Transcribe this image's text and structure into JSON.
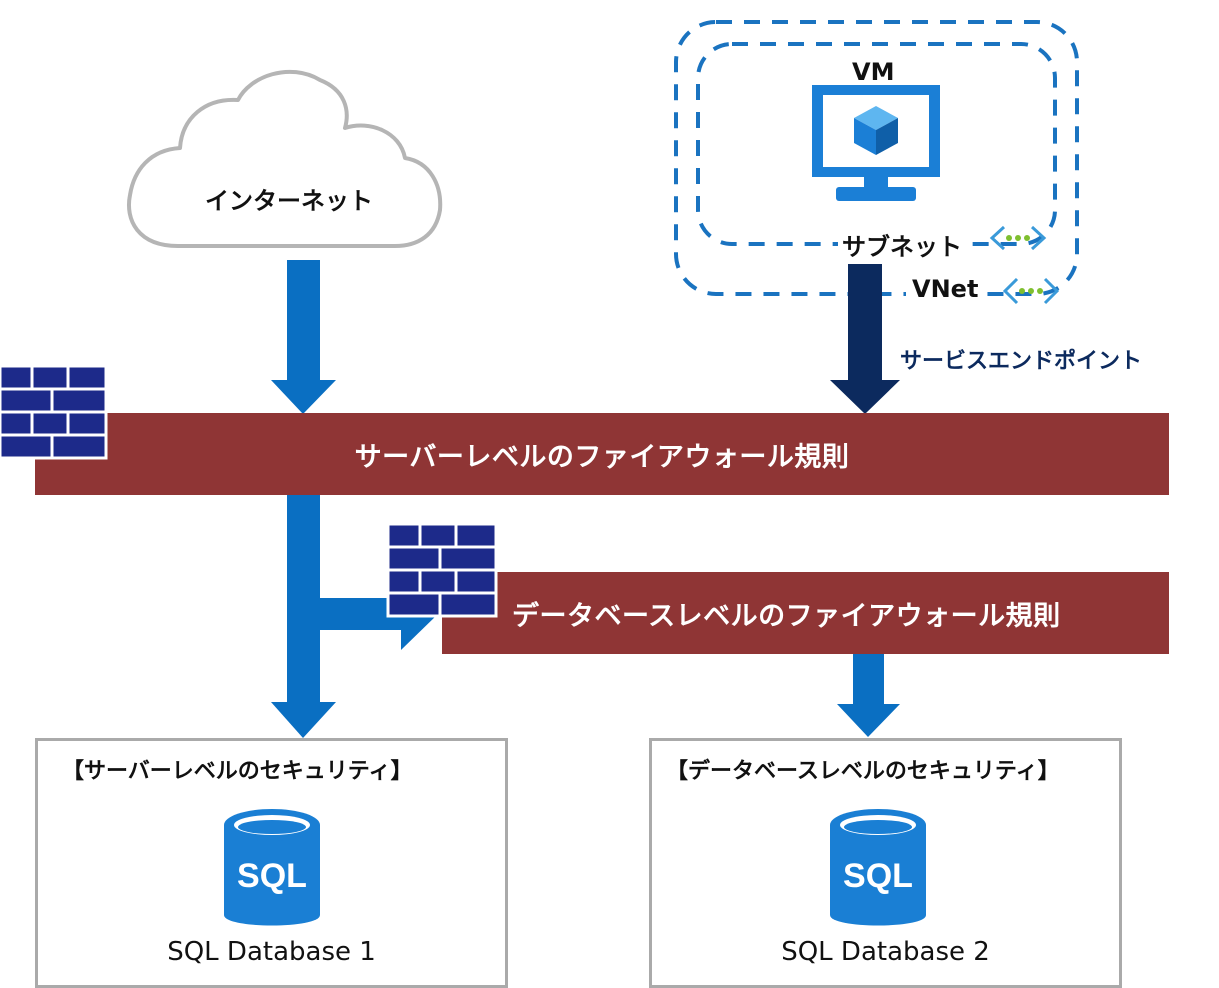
{
  "internet": {
    "label": "インターネット",
    "icon": "cloud-icon"
  },
  "vm": {
    "label": "VM",
    "icon": "virtual-machine-icon"
  },
  "subnet": {
    "label": "サブネット",
    "icon": "subnet-icon"
  },
  "vnet": {
    "label": "VNet",
    "icon": "vnet-icon"
  },
  "service_endpoint": {
    "label": "サービスエンドポイント"
  },
  "server_firewall": {
    "label": "サーバーレベルのファイアウォール規則",
    "icon": "firewall-icon"
  },
  "database_firewall": {
    "label": "データベースレベルのファイアウォール規則",
    "icon": "firewall-icon"
  },
  "databases": [
    {
      "title": "【サーバーレベルのセキュリティ】",
      "icon_text": "SQL",
      "name": "SQL Database 1"
    },
    {
      "title": "【データベースレベルのセキュリティ】",
      "icon_text": "SQL",
      "name": "SQL Database 2"
    }
  ],
  "colors": {
    "arrow_blue": "#0a6fc2",
    "arrow_navy": "#0c2a5e",
    "firewall_bar": "#8f3535",
    "brick": "#1d2a8a",
    "dashed_border": "#1a73c0",
    "cloud_stroke": "#b5b5b5",
    "db_box_border": "#aaaaaa",
    "sql_blue": "#1a7fd4",
    "vm_blue": "#1b7fd6",
    "dot_green": "#7fbf2f",
    "chevron_blue": "#3a9ad9"
  }
}
